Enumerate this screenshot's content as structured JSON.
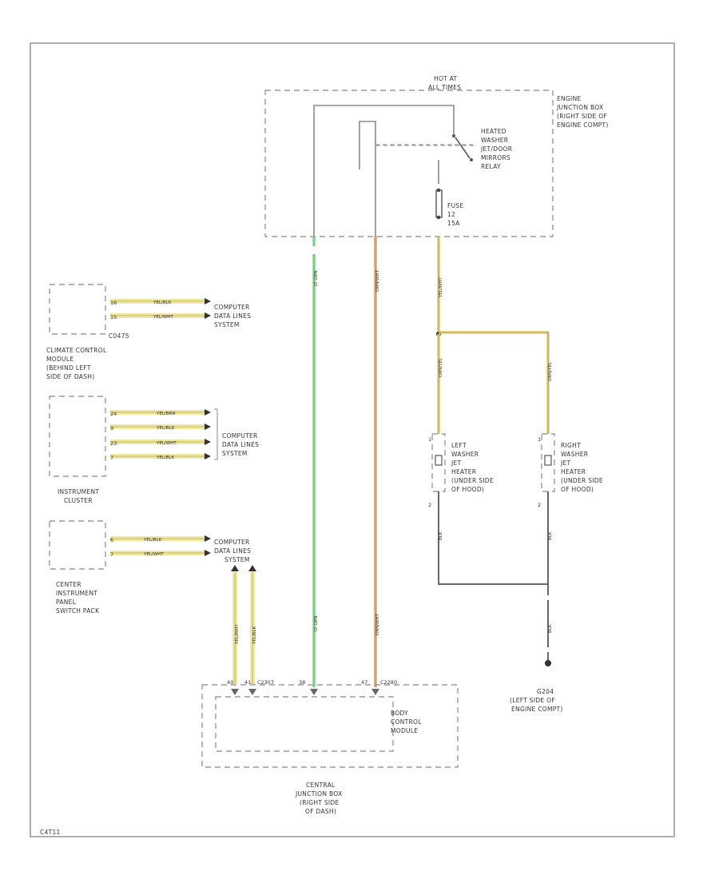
{
  "hot_at": [
    "HOT AT",
    "ALL TIMES"
  ],
  "engine_box": [
    "ENGINE",
    "JUNCTION BOX",
    "(RIGHT SIDE OF",
    "ENGINE COMPT)"
  ],
  "relay": [
    "HEATED",
    "WASHER",
    "JET/DOOR",
    "MIRRORS",
    "RELAY"
  ],
  "fuse": [
    "FUSE",
    "12",
    "15A"
  ],
  "climate": {
    "name": "C0475",
    "labels": [
      "CLIMATE CONTROL",
      "MODULE",
      "(BEHIND LEFT",
      "SIDE OF DASH)"
    ],
    "pins": [
      "16",
      "15"
    ],
    "wires": [
      "YEL/BLK",
      "YEL/WHT"
    ]
  },
  "cluster": {
    "labels": [
      "INSTRUMENT",
      "CLUSTER"
    ],
    "pins": [
      "24",
      "9",
      "23",
      "7"
    ],
    "wires": [
      "YEL/BRN",
      "YEL/BLK",
      "YEL/WHT",
      "YEL/BLK"
    ]
  },
  "center_panel": {
    "labels": [
      "CENTER",
      "INSTRUMENT",
      "PANEL",
      "SWITCH PACK"
    ],
    "pins": [
      "6",
      "7"
    ],
    "wires": [
      "YEL/BLK",
      "YEL/WHT"
    ],
    "vert_wires": [
      "YEL/WHT",
      "YEL/BLK"
    ]
  },
  "comp_data": [
    "COMPUTER",
    "DATA LINES",
    "SYSTEM"
  ],
  "wire_green": "LT GRN",
  "wire_orange": "ORN/WHT",
  "wire_fuse": "YEL/WHT",
  "wire_right": "ORN/YEL",
  "wire_gnd": "BLK",
  "left_heater": [
    "LEFT",
    "WASHER",
    "JET",
    "HEATER",
    "(UNDER SIDE",
    "OF HOOD)"
  ],
  "right_heater": [
    "RIGHT",
    "WASHER",
    "JET",
    "HEATER",
    "(UNDER SIDE",
    "OF HOOD)"
  ],
  "pin_1": "1",
  "pin_2": "2",
  "ground": [
    "G204",
    "(LEFT SIDE OF",
    "ENGINE COMPT)"
  ],
  "bcm": {
    "pins": [
      "40",
      "41",
      "C2307",
      "38",
      "47",
      "C2280"
    ],
    "labels": [
      "BODY",
      "CONTROL",
      "MODULE"
    ]
  },
  "central_box": [
    "CENTRAL",
    "JUNCTION BOX",
    "(RIGHT SIDE",
    "OF DASH)"
  ],
  "footer_code": "C4T11",
  "colors": {
    "green_wire": "#7ee08a",
    "orange_wire": "#e8b97a",
    "yellow_wire": "#efd26a",
    "yellow_fill": "#f0e8a0"
  }
}
